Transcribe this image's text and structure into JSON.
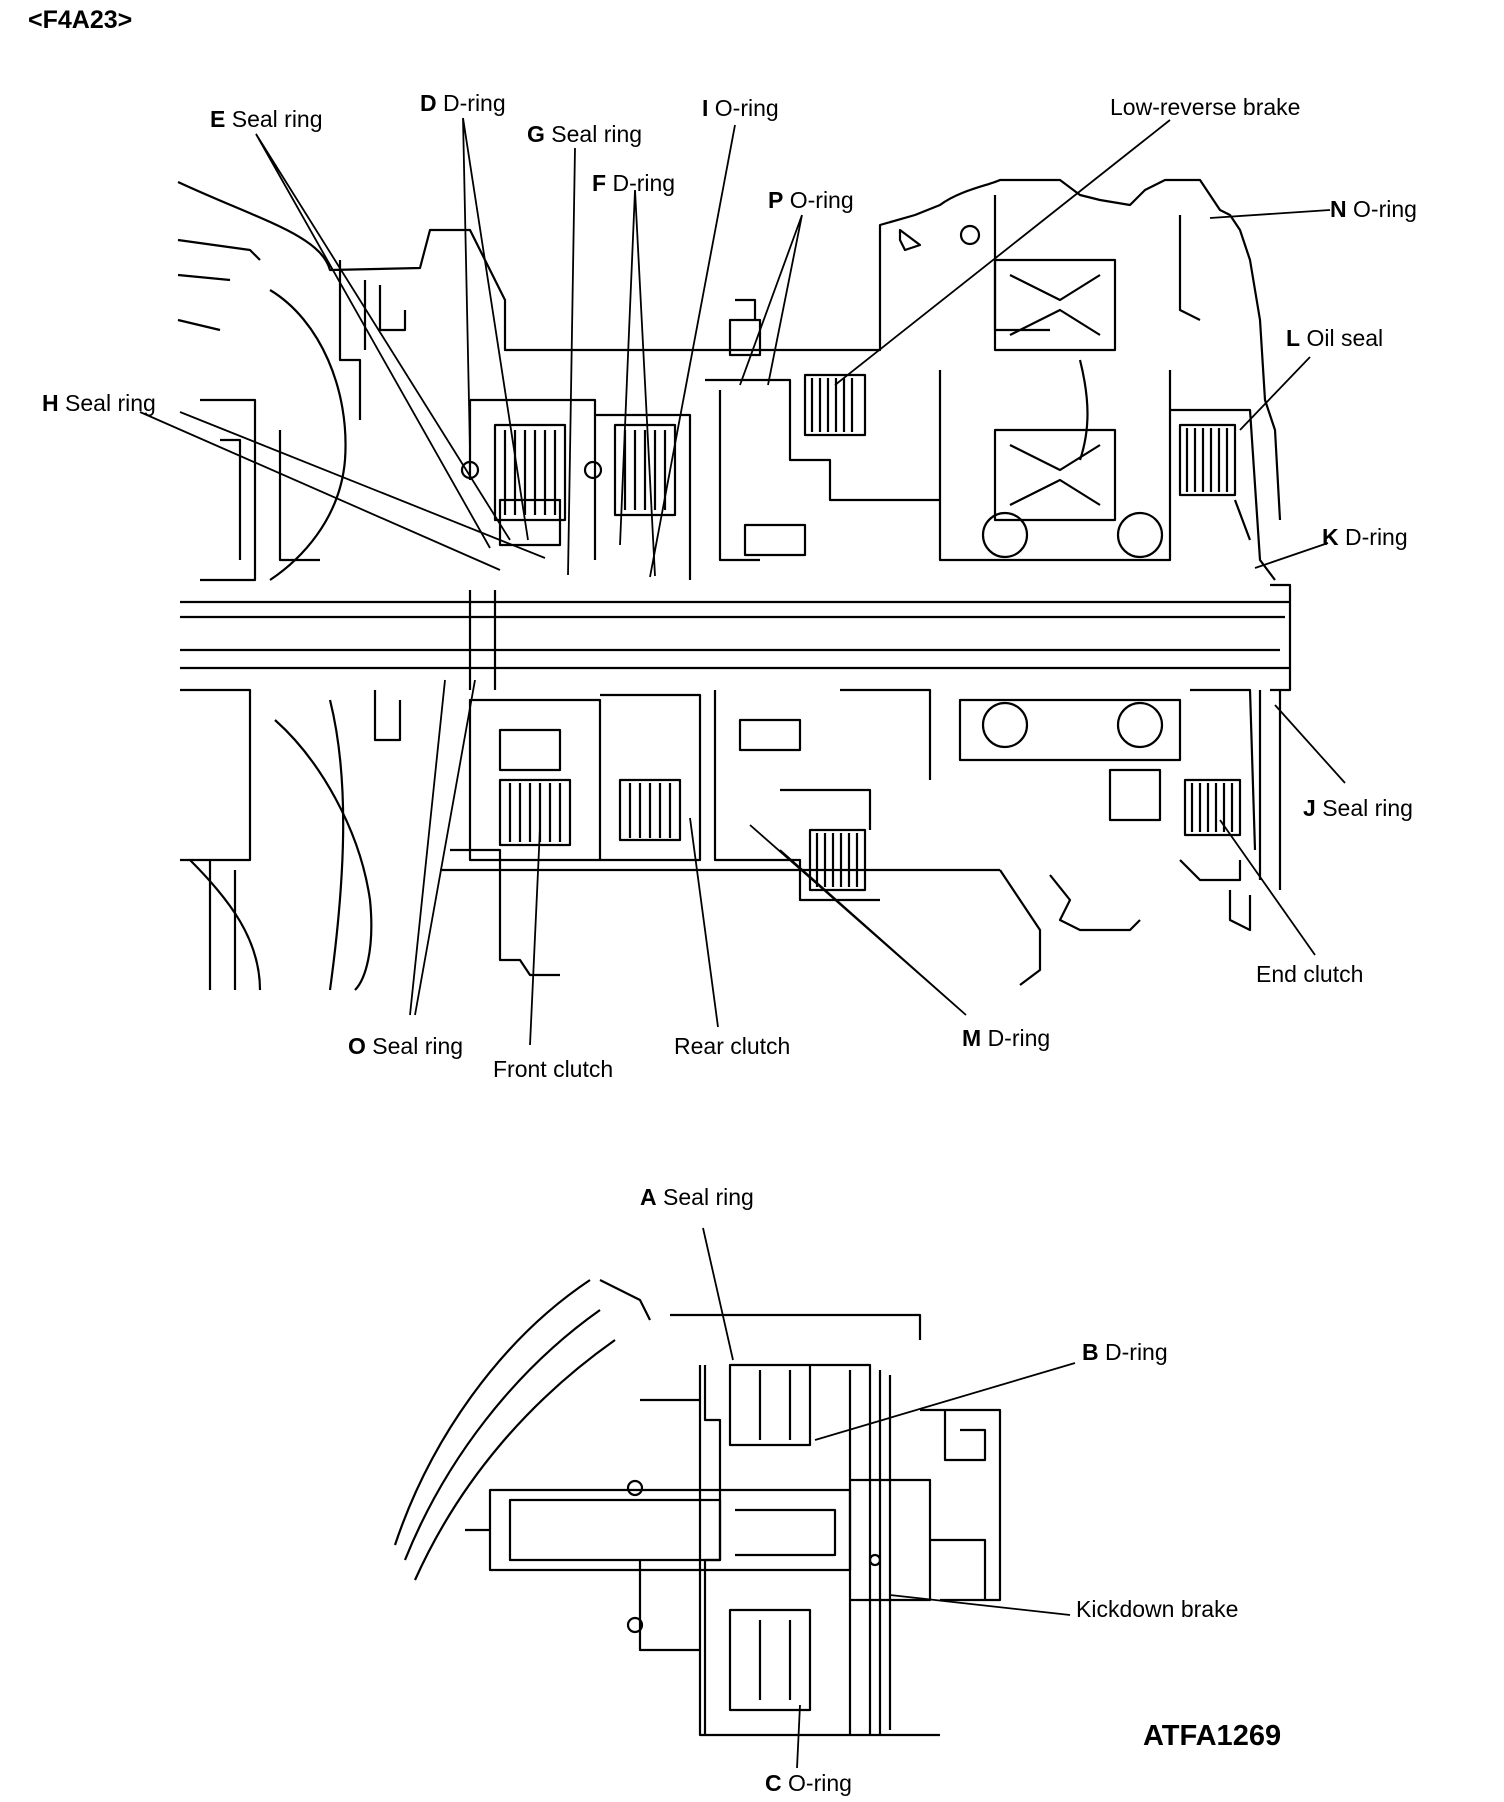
{
  "title": "<F4A23>",
  "figure_code": "ATFA1269",
  "labels": {
    "E": {
      "letter": "E",
      "text": "Seal ring"
    },
    "D": {
      "letter": "D",
      "text": "D-ring"
    },
    "G": {
      "letter": "G",
      "text": "Seal ring"
    },
    "I": {
      "letter": "I",
      "text": "O-ring"
    },
    "F": {
      "letter": "F",
      "text": "D-ring"
    },
    "P": {
      "letter": "P",
      "text": "O-ring"
    },
    "low_reverse_brake": {
      "letter": "",
      "text": "Low-reverse brake"
    },
    "N": {
      "letter": "N",
      "text": "O-ring"
    },
    "L": {
      "letter": "L",
      "text": "Oil seal"
    },
    "H": {
      "letter": "H",
      "text": "Seal ring"
    },
    "K": {
      "letter": "K",
      "text": "D-ring"
    },
    "J": {
      "letter": "J",
      "text": "Seal ring"
    },
    "end_clutch": {
      "letter": "",
      "text": "End clutch"
    },
    "O": {
      "letter": "O",
      "text": "Seal ring"
    },
    "front_clutch": {
      "letter": "",
      "text": "Front clutch"
    },
    "rear_clutch": {
      "letter": "",
      "text": "Rear clutch"
    },
    "M": {
      "letter": "M",
      "text": "D-ring"
    },
    "A": {
      "letter": "A",
      "text": "Seal ring"
    },
    "B": {
      "letter": "B",
      "text": "D-ring"
    },
    "kickdown_brake": {
      "letter": "",
      "text": "Kickdown brake"
    },
    "C": {
      "letter": "C",
      "text": "O-ring"
    }
  }
}
